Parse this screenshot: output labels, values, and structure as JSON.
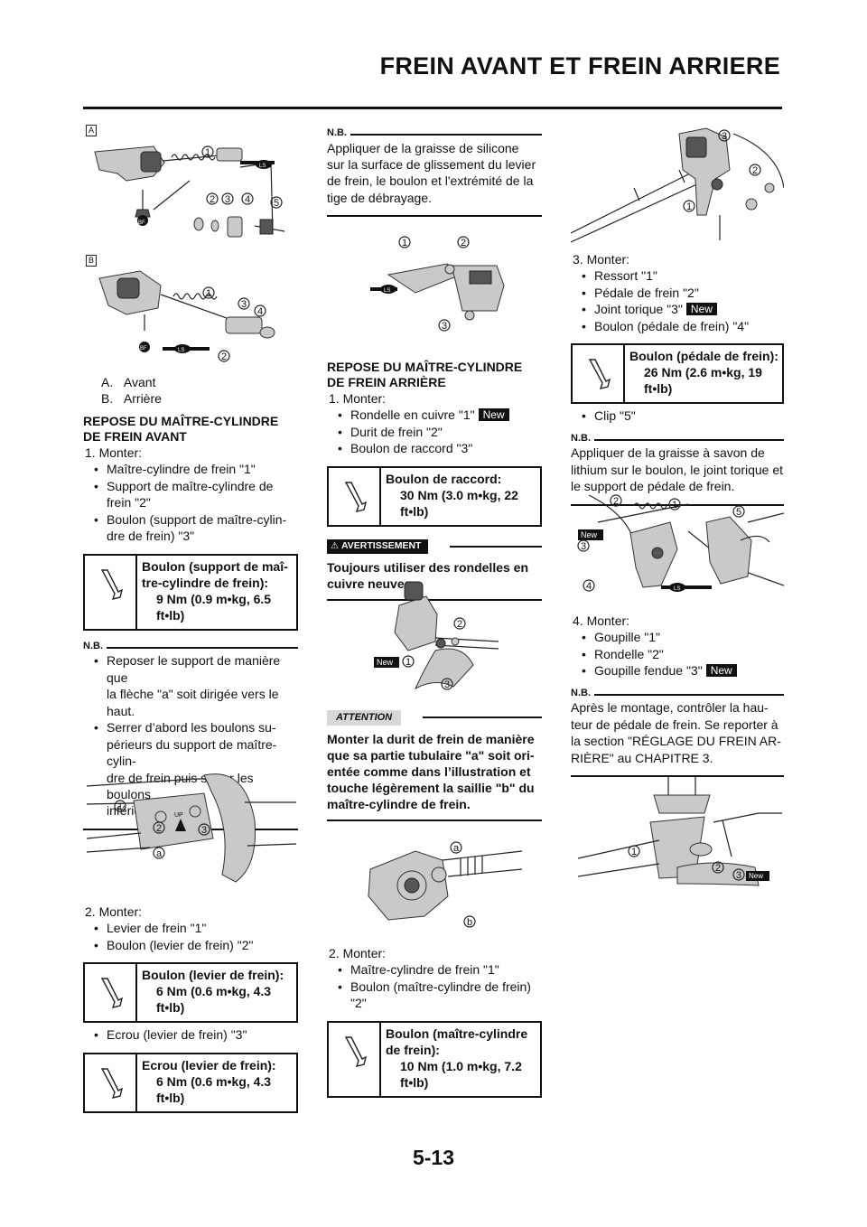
{
  "header": {
    "title": "FREIN AVANT ET FREIN ARRIERE",
    "page_number": "5-13"
  },
  "labels": {
    "A": "A",
    "B": "B",
    "callouts": [
      "1",
      "2",
      "3",
      "4",
      "5",
      "a",
      "b"
    ],
    "new": "New",
    "ls": "LS",
    "bf": "BF",
    "up": "UP"
  },
  "col1": {
    "legend": [
      {
        "key": "A.",
        "text": "Avant"
      },
      {
        "key": "B.",
        "text": "Arrière"
      }
    ],
    "heading1": "REPOSE DU MAÎTRE-CYLINDRE",
    "heading2": "DE FREIN AVANT",
    "step1": "1. Monter:",
    "bullets1": [
      "Maître-cylindre de frein \"1\"",
      "Support de maître-cylindre de",
      "frein \"2\"",
      "Boulon (support de maître-cylin-",
      "dre de frein) \"3\""
    ],
    "torque1": {
      "title1": "Boulon (support de maî-",
      "title2": "tre-cylindre de frein):",
      "val1": "9 Nm (0.9 m•kg, 6.5",
      "val2": "ft•lb)"
    },
    "nb_label": "N.B.",
    "nb_bullets": [
      [
        "Reposer le support de manière que",
        "la flèche \"a\" soit dirigée vers le",
        "haut."
      ],
      [
        "Serrer d’abord les boulons su-",
        "périeurs du support de maître-cylin-",
        "dre de frein puis serrer les boulons",
        "inférieurs."
      ]
    ],
    "step2": "2. Monter:",
    "bullets2": [
      "Levier de frein \"1\"",
      "Boulon (levier de frein) \"2\""
    ],
    "torque2": {
      "title1": "Boulon (levier de frein):",
      "val1": "6 Nm (0.6 m•kg, 4.3",
      "val2": "ft•lb)"
    },
    "bullet3": "Ecrou (levier de frein) \"3\"",
    "torque3": {
      "title1": "Ecrou (levier de frein):",
      "val1": "6 Nm (0.6 m•kg, 4.3",
      "val2": "ft•lb)"
    }
  },
  "col2": {
    "nb_label": "N.B.",
    "nb_text": [
      "Appliquer de la graisse de silicone",
      "sur la surface de glissement du levier",
      "de frein, le boulon et l'extrémité de la",
      "tige de débrayage."
    ],
    "heading1": "REPOSE DU MAÎTRE-CYLINDRE",
    "heading2": "DE FREIN ARRIÈRE",
    "step1": "1. Monter:",
    "bullets1": [
      "Rondelle en cuivre \"1\"",
      "Durit de frein \"2\"",
      "Boulon de raccord \"3\""
    ],
    "torque1": {
      "title1": "Boulon de raccord:",
      "val1": "30 Nm (3.0 m•kg, 22",
      "val2": "ft•lb)"
    },
    "warning_label": "AVERTISSEMENT",
    "warning_text": [
      "Toujours utiliser des rondelles en",
      "cuivre neuves."
    ],
    "caution_label": "ATTENTION",
    "caution_text": [
      "Monter la durit de frein de manière",
      "que sa partie tubulaire \"a\" soit ori-",
      "entée comme dans l’illustration et",
      "touche légèrement la saillie \"b\" du",
      "maître-cylindre de frein."
    ],
    "step2": "2. Monter:",
    "bullets2": [
      "Maître-cylindre de frein \"1\"",
      "Boulon (maître-cylindre de frein)",
      "\"2\""
    ],
    "torque2": {
      "title1": "Boulon (maître-cylindre",
      "title2": "de frein):",
      "val1": "10 Nm (1.0 m•kg, 7.2",
      "val2": "ft•lb)"
    }
  },
  "col3": {
    "step3": "3. Monter:",
    "bullets3": [
      "Ressort \"1\"",
      "Pédale de frein \"2\"",
      "Joint torique \"3\"",
      "Boulon (pédale de frein) \"4\""
    ],
    "torque1": {
      "title1": "Boulon (pédale de frein):",
      "val1": "26 Nm (2.6 m•kg, 19",
      "val2": "ft•lb)"
    },
    "bullet_clip": "Clip \"5\"",
    "nb1_label": "N.B.",
    "nb1_text": [
      "Appliquer de la graisse à savon de",
      "lithium sur le boulon, le joint torique et",
      "le support de pédale de frein."
    ],
    "step4": "4. Monter:",
    "bullets4": [
      "Goupille \"1\"",
      "Rondelle \"2\"",
      "Goupille fendue \"3\""
    ],
    "nb2_label": "N.B.",
    "nb2_text": [
      "Après le montage, contrôler la hau-",
      "teur de pédale de frein. Se reporter à",
      "la section \"RÉGLAGE DU FREIN AR-",
      "RIÈRE\" au CHAPITRE 3."
    ]
  }
}
